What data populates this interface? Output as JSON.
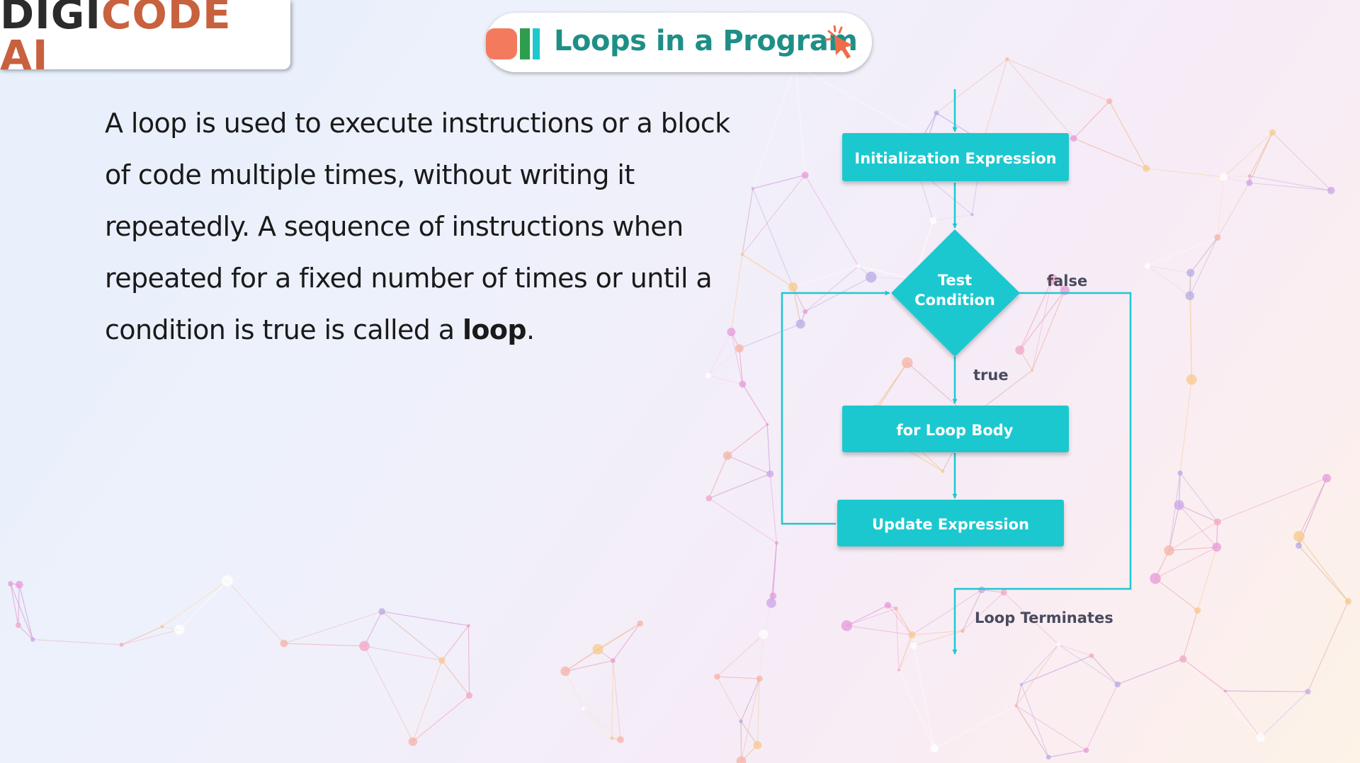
{
  "brand": {
    "logo_part1": "DIGI",
    "logo_part2": "CODE AI",
    "logo_dark_color": "#2b2b2b",
    "logo_accent_color": "#c8613e"
  },
  "header": {
    "title": "Loops in a Program",
    "title_color": "#1e8f86",
    "icon": "bar-blocks-icon",
    "cursor_icon": "click-cursor-icon"
  },
  "description": {
    "para1": "A loop is used to execute instructions or a block of code multiple times, without writing it repeatedly.",
    "para2_prefix": "A sequence of instructions when repeated for a fixed number of times or until a condition is true is called a ",
    "para2_bold": "loop",
    "para2_suffix": "."
  },
  "flowchart": {
    "accent_color": "#1ec8cf",
    "init_box": "Initialization Expression",
    "condition_line1": "Test",
    "condition_line2": "Condition",
    "true_label": "true",
    "false_label": "false",
    "body_box": "for Loop Body",
    "update_box": "Update Expression",
    "exit_label": "Loop Terminates"
  }
}
